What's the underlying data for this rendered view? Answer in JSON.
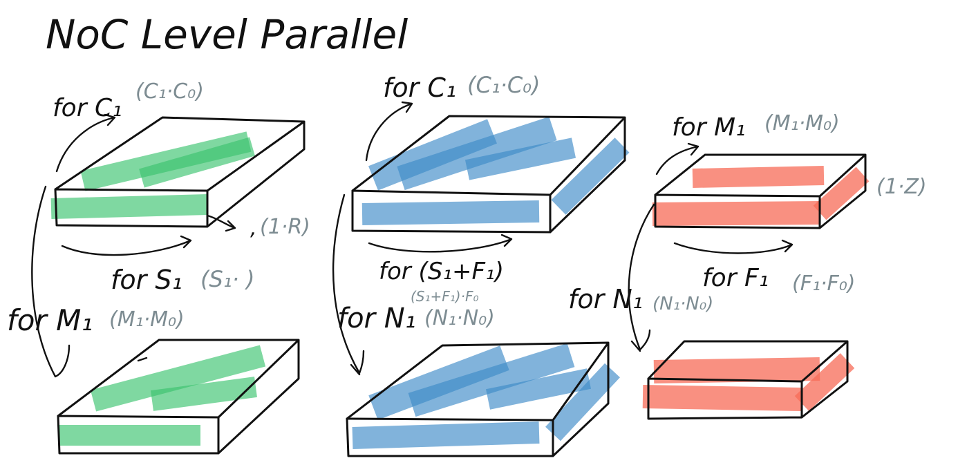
{
  "title": "NoC Level Parallel",
  "colors": {
    "green": "#3cc46f",
    "blue": "#3f8cc8",
    "red": "#f86c58",
    "ink": "#111111",
    "annotation": "#7d8c92"
  },
  "labels": {
    "g_top_loop": "for C₁",
    "g_top_loop_dim": "(C₁·C₀)",
    "g_side_dim": "(1·R)",
    "g_bottom_loop": "for S₁",
    "g_bottom_loop_dim": "(S₁· )",
    "g_outer_loop": "for M₁",
    "g_outer_loop_dim": "(M₁·M₀)",
    "b_top_loop": "for C₁",
    "b_top_loop_dim": "(C₁·C₀)",
    "b_bottom_loop": "for (S₁+F₁)",
    "b_bottom_loop_dim": "(S₁+F₁)·F₀",
    "b_outer_loop": "for N₁",
    "b_outer_loop_dim": "(N₁·N₀)",
    "r_top_loop": "for M₁",
    "r_top_loop_dim": "(M₁·M₀)",
    "r_side_dim": "(1·Z)",
    "r_bottom_loop": "for F₁",
    "r_bottom_loop_dim": "(F₁·F₀)",
    "r_outer_loop": "for N₁",
    "r_outer_loop_dim": "(N₁·N₀)"
  }
}
